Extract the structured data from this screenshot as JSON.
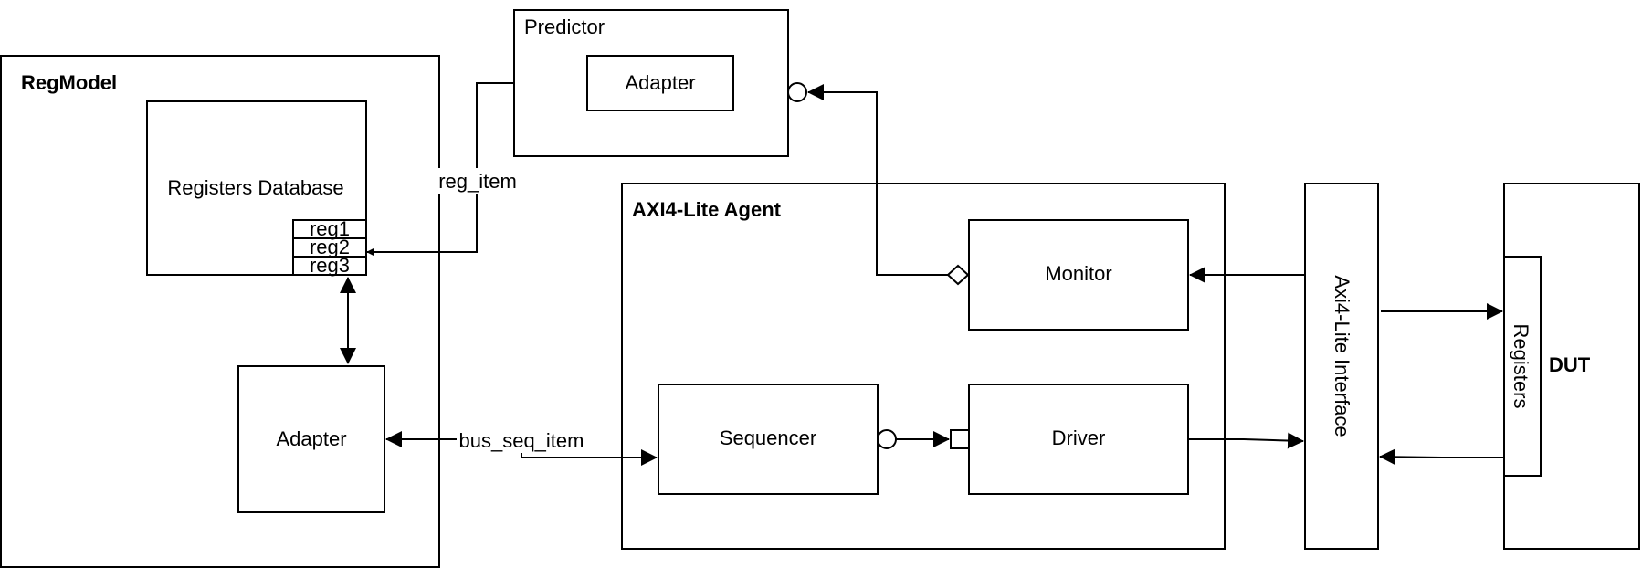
{
  "diagram": {
    "regmodel": {
      "title": "RegModel",
      "registers_db": "Registers Database",
      "registers": [
        "reg1",
        "reg2",
        "reg3"
      ],
      "adapter": "Adapter"
    },
    "predictor": {
      "title": "Predictor",
      "adapter": "Adapter"
    },
    "agent": {
      "title": "AXI4-Lite Agent",
      "monitor": "Monitor",
      "sequencer": "Sequencer",
      "driver": "Driver"
    },
    "interface_label": "Axi4-Lite Interface",
    "dut": {
      "title": "DUT",
      "registers": "Registers"
    },
    "edges": {
      "reg_item": "reg_item",
      "bus_seq_item": "bus_seq_item"
    }
  }
}
